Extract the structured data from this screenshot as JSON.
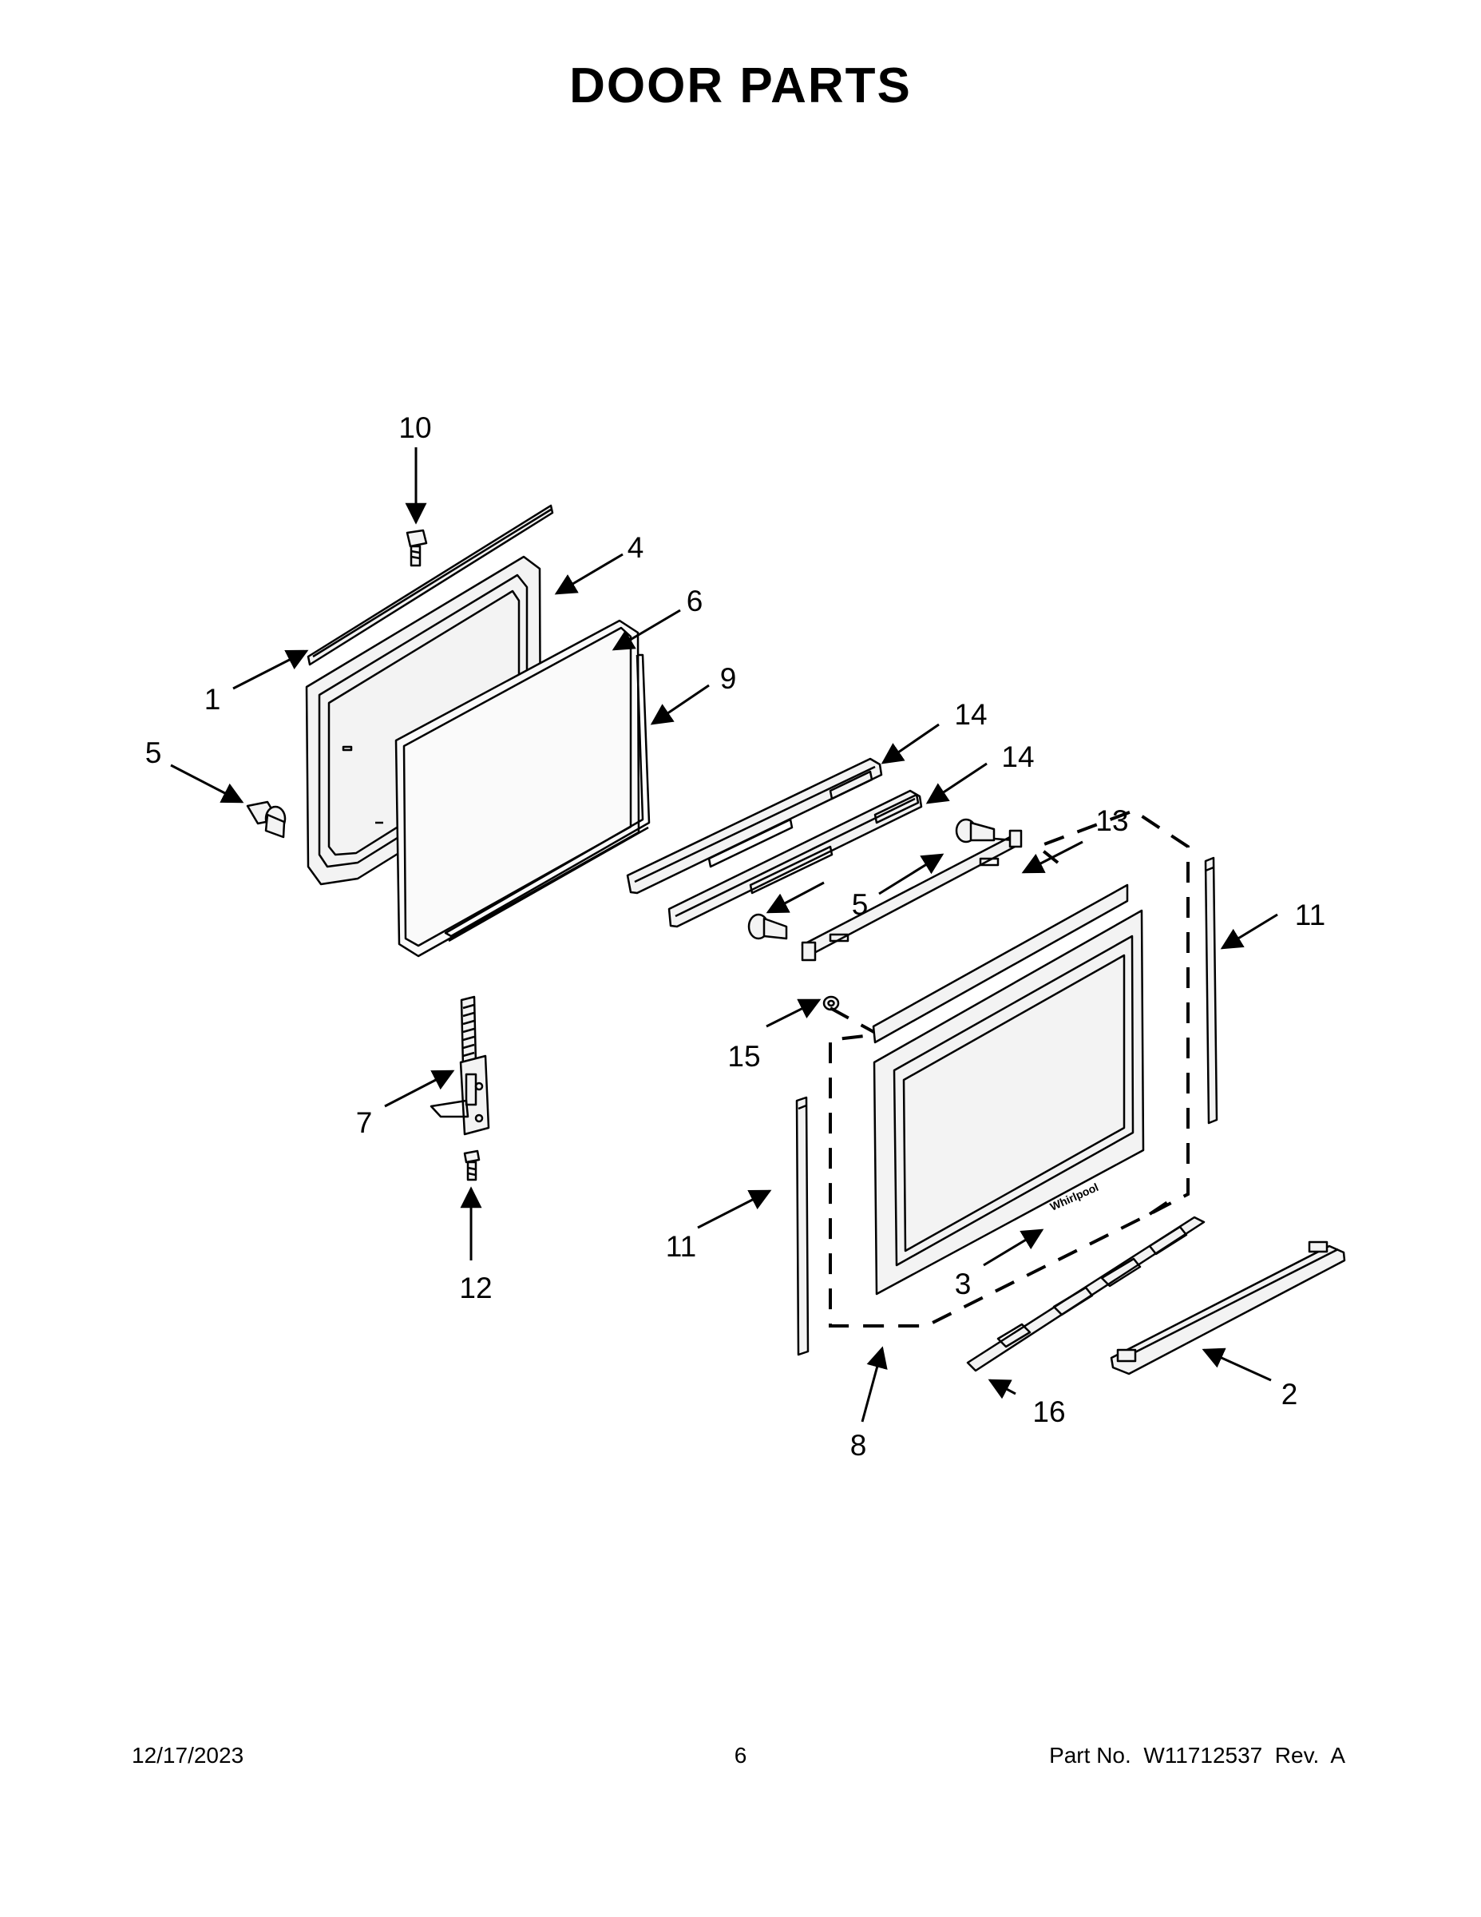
{
  "title": "DOOR PARTS",
  "callouts": [
    {
      "id": "c10",
      "label": "10"
    },
    {
      "id": "c4",
      "label": "4"
    },
    {
      "id": "c6",
      "label": "6"
    },
    {
      "id": "c9",
      "label": "9"
    },
    {
      "id": "c1",
      "label": "1"
    },
    {
      "id": "c5a",
      "label": "5"
    },
    {
      "id": "c14a",
      "label": "14"
    },
    {
      "id": "c14b",
      "label": "14"
    },
    {
      "id": "c13",
      "label": "13"
    },
    {
      "id": "c5b",
      "label": "5"
    },
    {
      "id": "c11a",
      "label": "11"
    },
    {
      "id": "c15",
      "label": "15"
    },
    {
      "id": "c7",
      "label": "7"
    },
    {
      "id": "c11b",
      "label": "11"
    },
    {
      "id": "c12",
      "label": "12"
    },
    {
      "id": "c3",
      "label": "3"
    },
    {
      "id": "c2",
      "label": "2"
    },
    {
      "id": "c16",
      "label": "16"
    },
    {
      "id": "c8",
      "label": "8"
    }
  ],
  "footer": {
    "date": "12/17/2023",
    "page": "6",
    "part_no": "Part No.  W11712537  Rev.  A"
  }
}
